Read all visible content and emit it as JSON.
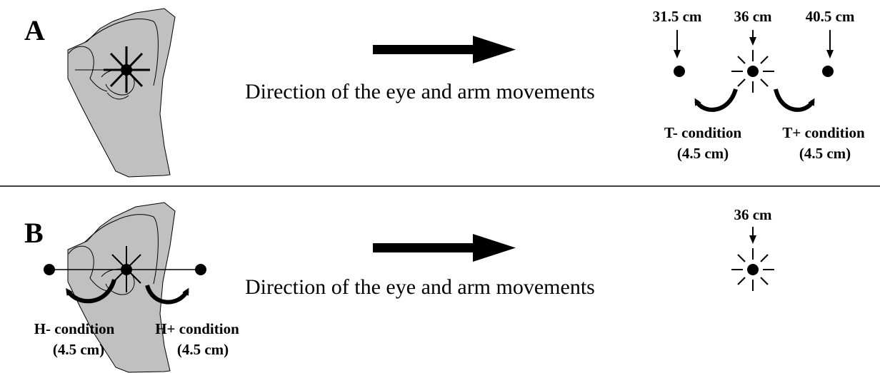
{
  "panel_a": {
    "label": "A",
    "caption": "Direction of the eye and arm movements",
    "distances": [
      "31.5 cm",
      "36 cm",
      "40.5 cm"
    ],
    "conditions": [
      {
        "name": "T- condition",
        "amount": "(4.5 cm)"
      },
      {
        "name": "T+ condition",
        "amount": "(4.5 cm)"
      }
    ]
  },
  "panel_b": {
    "label": "B",
    "caption": "Direction of the eye and arm movements",
    "distance": "36 cm",
    "conditions": [
      {
        "name": "H- condition",
        "amount": "(4.5 cm)"
      },
      {
        "name": "H+ condition",
        "amount": "(4.5 cm)"
      }
    ]
  },
  "colors": {
    "hand_fill": "#c0c0c0",
    "ink": "#000000"
  }
}
